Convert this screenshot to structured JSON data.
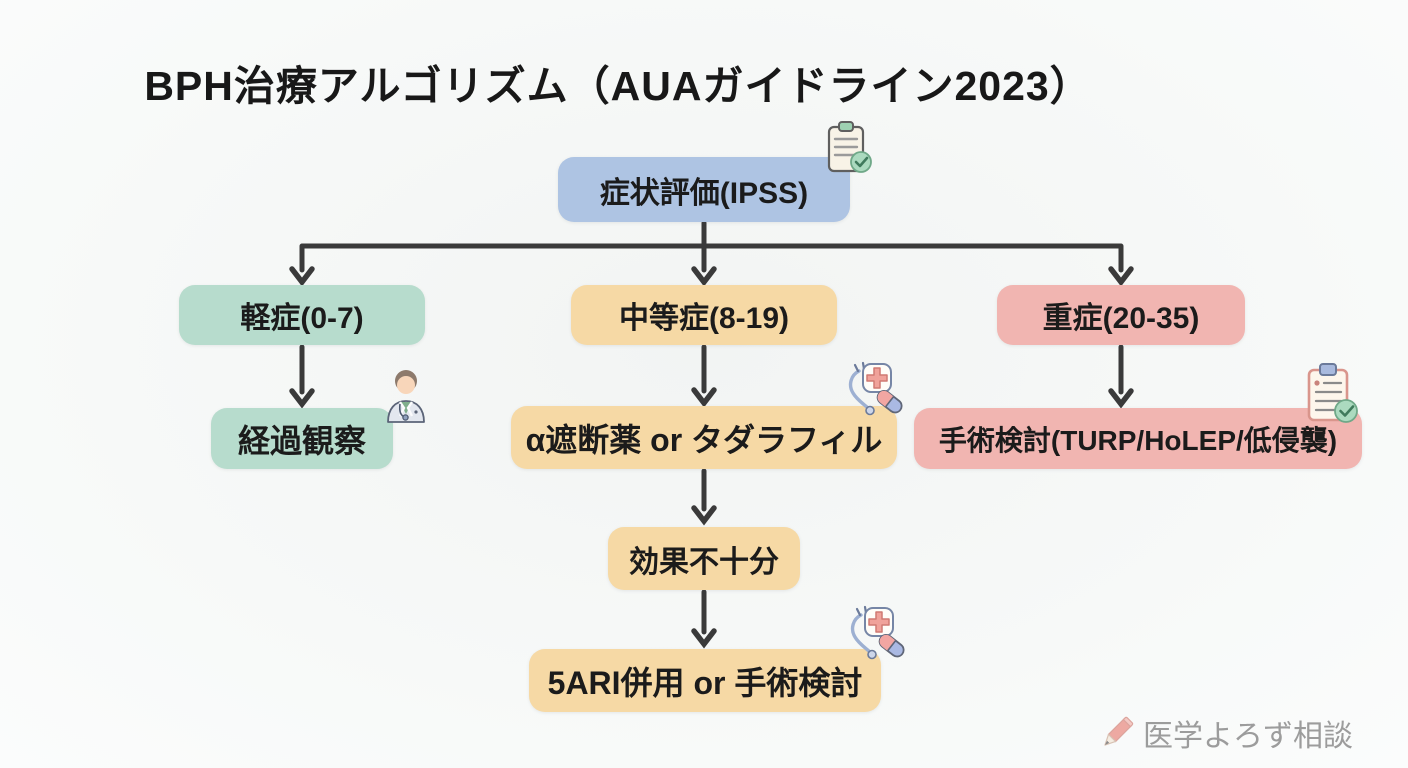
{
  "title": "BPH治療アルゴリズム（AUAガイドライン2023）",
  "flowchart": {
    "nodes": {
      "assess": {
        "label": "症状評価(IPSS)",
        "fill": "#aec4e3",
        "icon": "clipboard-check-icon"
      },
      "mild": {
        "label": "軽症(0-7)",
        "fill": "#b7dccd"
      },
      "moderate": {
        "label": "中等症(8-19)",
        "fill": "#f6d9a5"
      },
      "severe": {
        "label": "重症(20-35)",
        "fill": "#f1b5b1"
      },
      "watch": {
        "label": "経過観察",
        "fill": "#b7dccd",
        "icon": "doctor-icon"
      },
      "alpha": {
        "label": "α遮断薬 or タダラフィル",
        "fill": "#f6d9a5",
        "icon": "stethoscope-pill-icon"
      },
      "surgery": {
        "label": "手術検討(TURP/HoLEP/低侵襲)",
        "fill": "#f1b5b1",
        "icon": "clipboard-check-icon"
      },
      "insufficient": {
        "label": "効果不十分",
        "fill": "#f6d9a5"
      },
      "combo": {
        "label": "5ARI併用 or 手術検討",
        "fill": "#f6d9a5",
        "icon": "stethoscope-pill-icon"
      }
    },
    "edges": [
      {
        "from": "assess",
        "to": "mild"
      },
      {
        "from": "assess",
        "to": "moderate"
      },
      {
        "from": "assess",
        "to": "severe"
      },
      {
        "from": "mild",
        "to": "watch"
      },
      {
        "from": "moderate",
        "to": "alpha"
      },
      {
        "from": "severe",
        "to": "surgery"
      },
      {
        "from": "alpha",
        "to": "insufficient"
      },
      {
        "from": "insufficient",
        "to": "combo"
      }
    ]
  },
  "watermark": {
    "label": "医学よろず相談",
    "icon": "pencil-icon"
  },
  "colors": {
    "background": "#f5f7f6",
    "arrow": "#3a3a3a",
    "text": "#1b1b1b",
    "node_blue": "#aec4e3",
    "node_green": "#b7dccd",
    "node_orange": "#f6d9a5",
    "node_pink": "#f1b5b1",
    "watermark_text": "#9c9c9c"
  }
}
